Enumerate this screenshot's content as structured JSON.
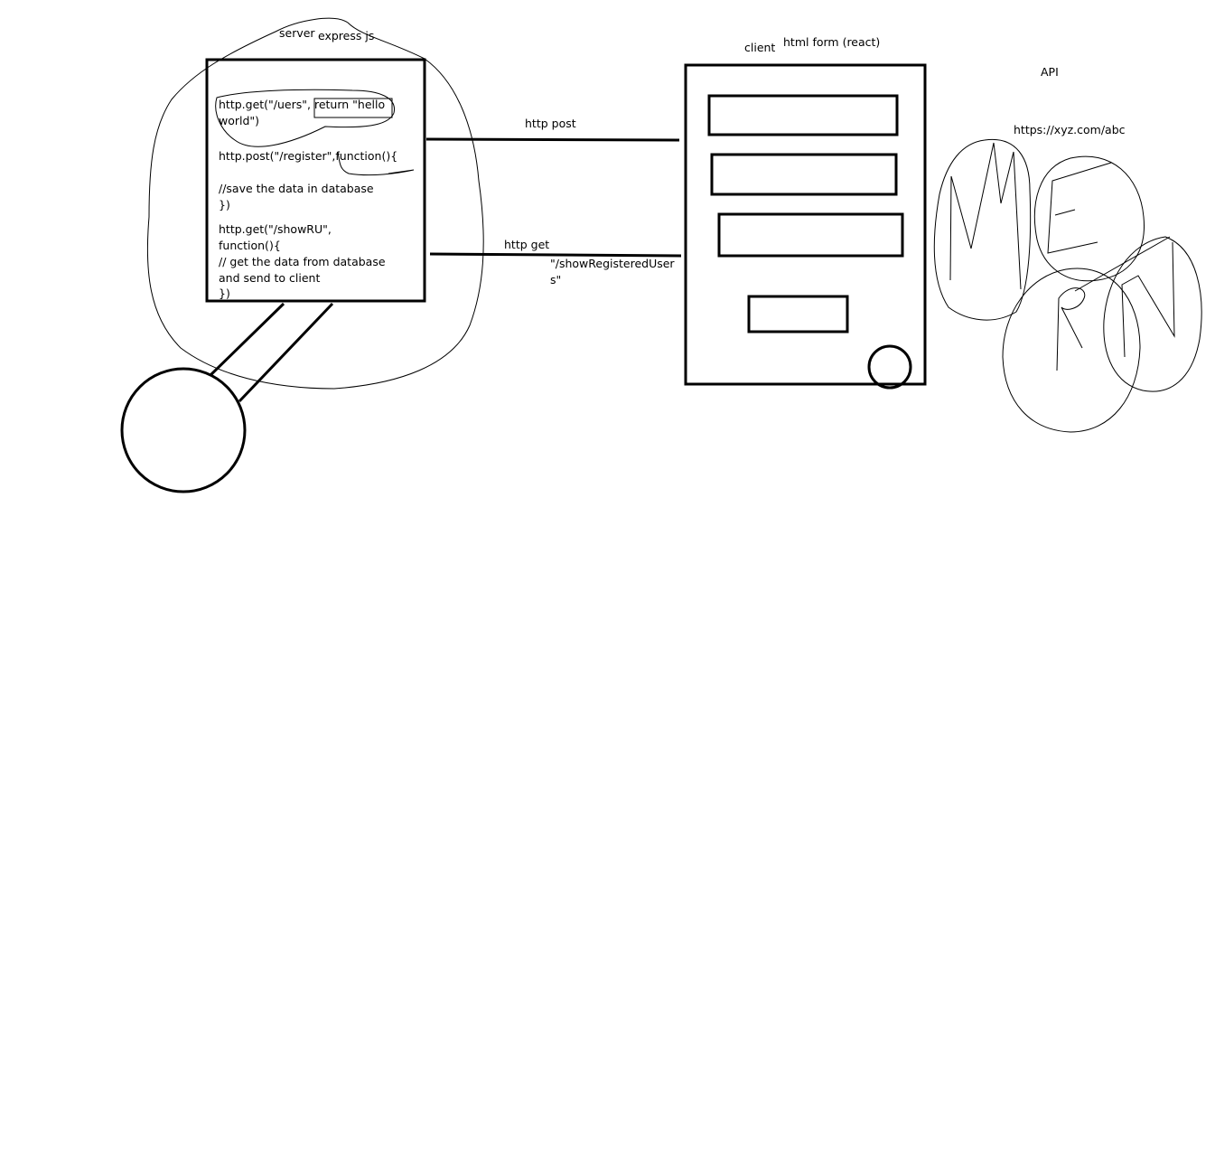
{
  "labels": {
    "server": "server",
    "express": "express js",
    "client": "client",
    "html_form": "html form (react)",
    "api": "API",
    "api_url": "https://xyz.com/abc",
    "http_post": "http post",
    "http_get": "http get",
    "route_path_line1": "\"/showRegisteredUser",
    "route_path_line2": "s\""
  },
  "code": {
    "line1": "http.get(\"/uers\", return \"hello",
    "line2": "world\")",
    "line3": "http.post(\"/register\",function(){",
    "line4": "//save the data in database",
    "line5": "})",
    "line6": "http.get(\"/showRU\",",
    "line7": "function(){",
    "line8": "// get the data from database",
    "line9": "and send to client",
    "line10": "})"
  },
  "colors": {
    "stroke": "#000000",
    "background": "#ffffff"
  }
}
